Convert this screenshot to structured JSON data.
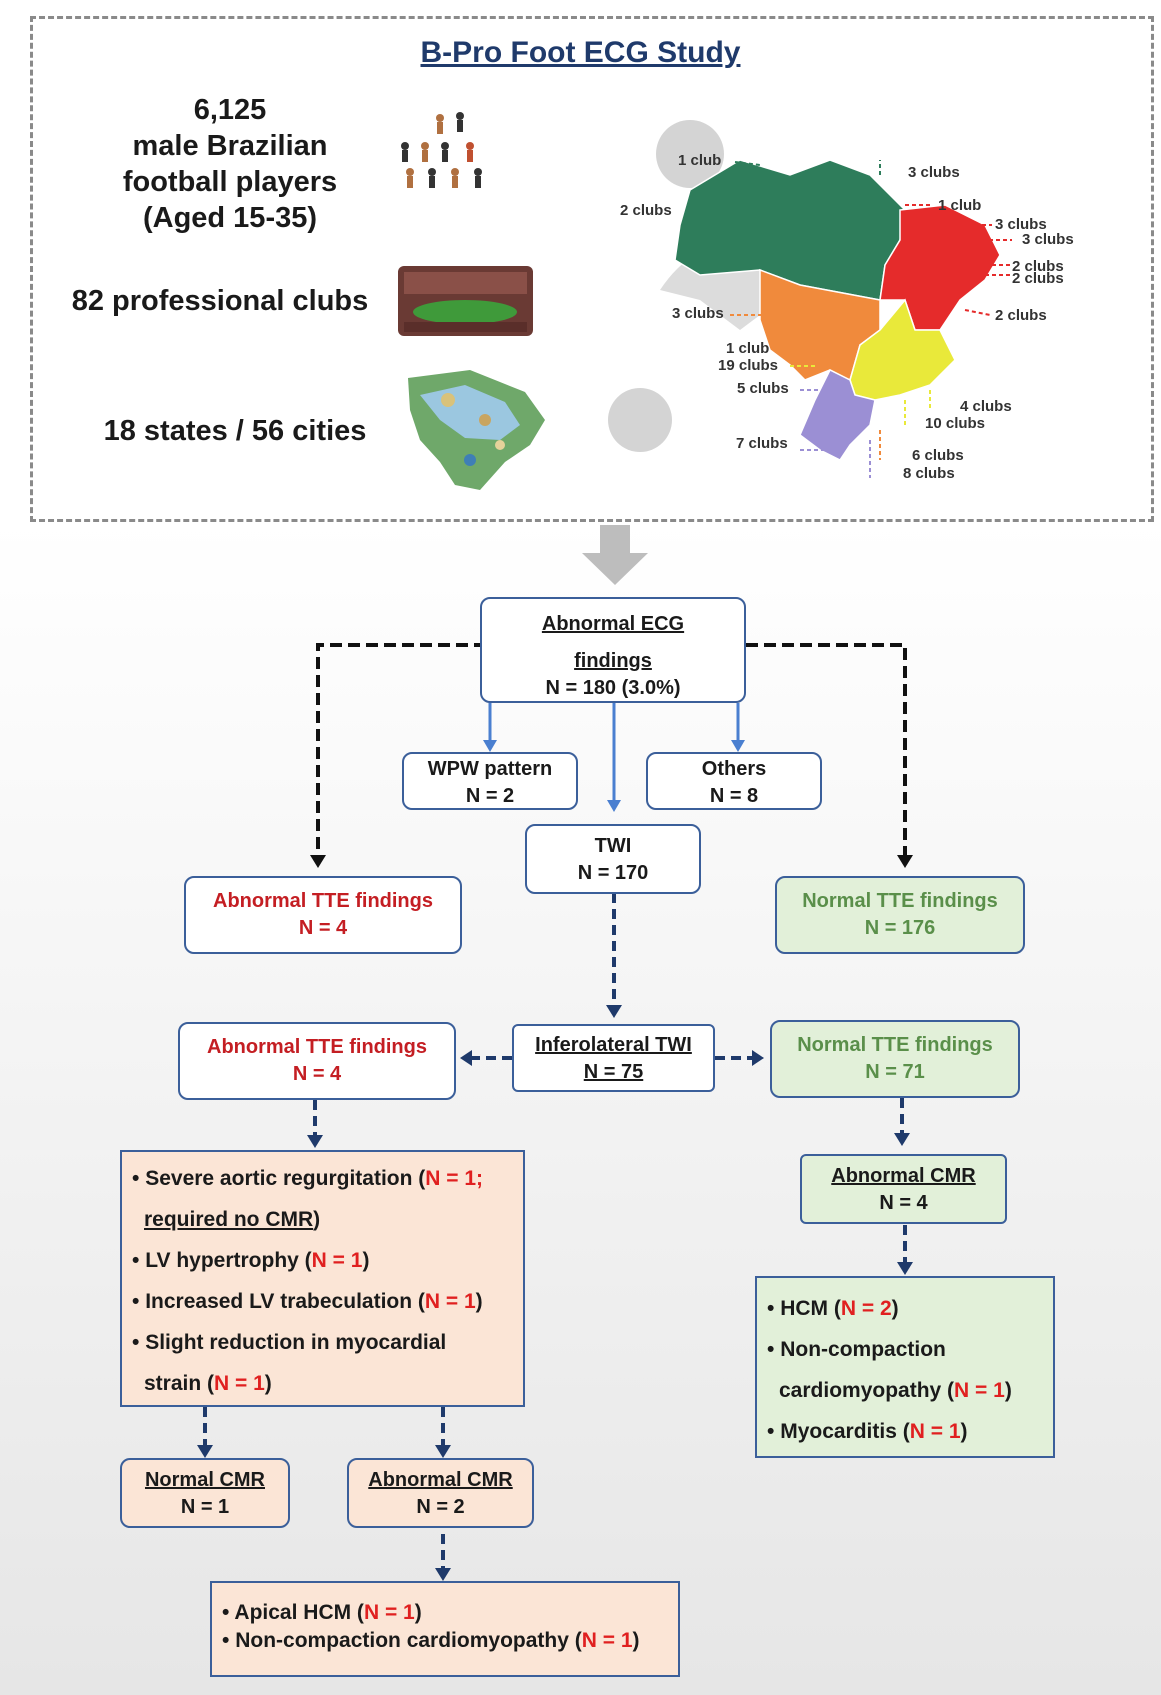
{
  "study": {
    "title": "B-Pro Foot ECG Study",
    "players": [
      "6,125",
      "male Brazilian",
      "football players",
      "(Aged 15-35)"
    ],
    "clubs": "82 professional clubs",
    "states": "18 states / 56 cities"
  },
  "map": {
    "region_colors": {
      "north": "#2e7d5b",
      "northeast": "#e52b2b",
      "centerwest": "#f08a3c",
      "southeast": "#e9e93a",
      "south": "#9b8fd4"
    },
    "labels": [
      "1 club",
      "3 clubs",
      "2 clubs",
      "1 club",
      "3 clubs",
      "3 clubs",
      "2 clubs",
      "2 clubs",
      "2 clubs",
      "3 clubs",
      "1 club",
      "19 clubs",
      "5 clubs",
      "4 clubs",
      "10 clubs",
      "7 clubs",
      "6 clubs",
      "8 clubs"
    ]
  },
  "flow": {
    "abnormal_ecg": {
      "line1": "Abnormal ECG",
      "line2": "findings",
      "n": "N = 180 (3.0%)"
    },
    "wpw": {
      "label": "WPW pattern",
      "n": "N = 2"
    },
    "others": {
      "label": "Others",
      "n": "N = 8"
    },
    "twi": {
      "label": "TWI",
      "n": "N = 170"
    },
    "abn_tte_1": {
      "label": "Abnormal TTE findings",
      "n": "N = 4"
    },
    "norm_tte_1": {
      "label": "Normal TTE findings",
      "n": "N = 176"
    },
    "inferolateral": {
      "label": "Inferolateral TWI",
      "n": "N = 75"
    },
    "abn_tte_2": {
      "label": "Abnormal TTE findings",
      "n": "N = 4"
    },
    "norm_tte_2": {
      "label": "Normal TTE findings",
      "n": "N = 71"
    },
    "abn_cmr_right": {
      "label": "Abnormal CMR",
      "n": "N = 4"
    },
    "left_list": {
      "i1a": "Severe aortic regurgitation (",
      "i1n": "N = 1;",
      "i1b": "required no CMR",
      "i1c": ")",
      "i2a": "LV hypertrophy (",
      "i2n": "N = 1",
      "i2c": ")",
      "i3a": "Increased LV trabeculation (",
      "i3n": "N = 1",
      "i3c": ")",
      "i4a": "Slight reduction in myocardial",
      "i4b": "strain (",
      "i4n": "N = 1",
      "i4c": ")"
    },
    "right_list": {
      "i1a": "HCM (",
      "i1n": "N = 2",
      "i1c": ")",
      "i2a": "Non-compaction",
      "i2b": "cardiomyopathy (",
      "i2n": "N = 1",
      "i2c": ")",
      "i3a": "Myocarditis (",
      "i3n": "N = 1",
      "i3c": ")"
    },
    "normal_cmr": {
      "label": "Normal CMR",
      "n": "N = 1"
    },
    "abnormal_cmr_left": {
      "label": "Abnormal CMR",
      "n": "N = 2"
    },
    "bottom_list": {
      "i1a": "Apical HCM (",
      "i1n": "N = 1",
      "i1c": ")",
      "i2a": "Non-compaction cardiomyopathy (",
      "i2n": "N = 1",
      "i2c": ")"
    },
    "bullet": "•"
  }
}
